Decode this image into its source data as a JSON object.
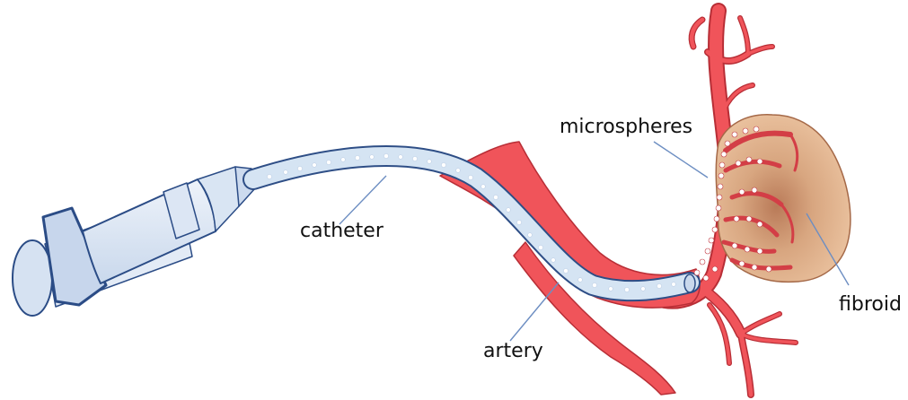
{
  "labels": {
    "microspheres": "microspheres",
    "catheter": "catheter",
    "artery": "artery",
    "fibroid": "fibroid"
  },
  "colors": {
    "artery_red": "#F0545A",
    "artery_outline": "#B82E36",
    "fibroid_fill": "#E2B48F",
    "fibroid_core": "#C98A64",
    "fibroid_outline": "#A56948",
    "catheter_fill": "#D5E4F3",
    "catheter_outline": "#2E4E86",
    "syringe_fill": "#DFE8F5",
    "syringe_outline": "#2B4C86",
    "microsphere": "#FFFFFF",
    "leader_line": "#6D8EC2",
    "label_text": "#111111"
  },
  "icons": {
    "syringe": "syringe-icon",
    "microspheres": "microspheres-dots"
  }
}
